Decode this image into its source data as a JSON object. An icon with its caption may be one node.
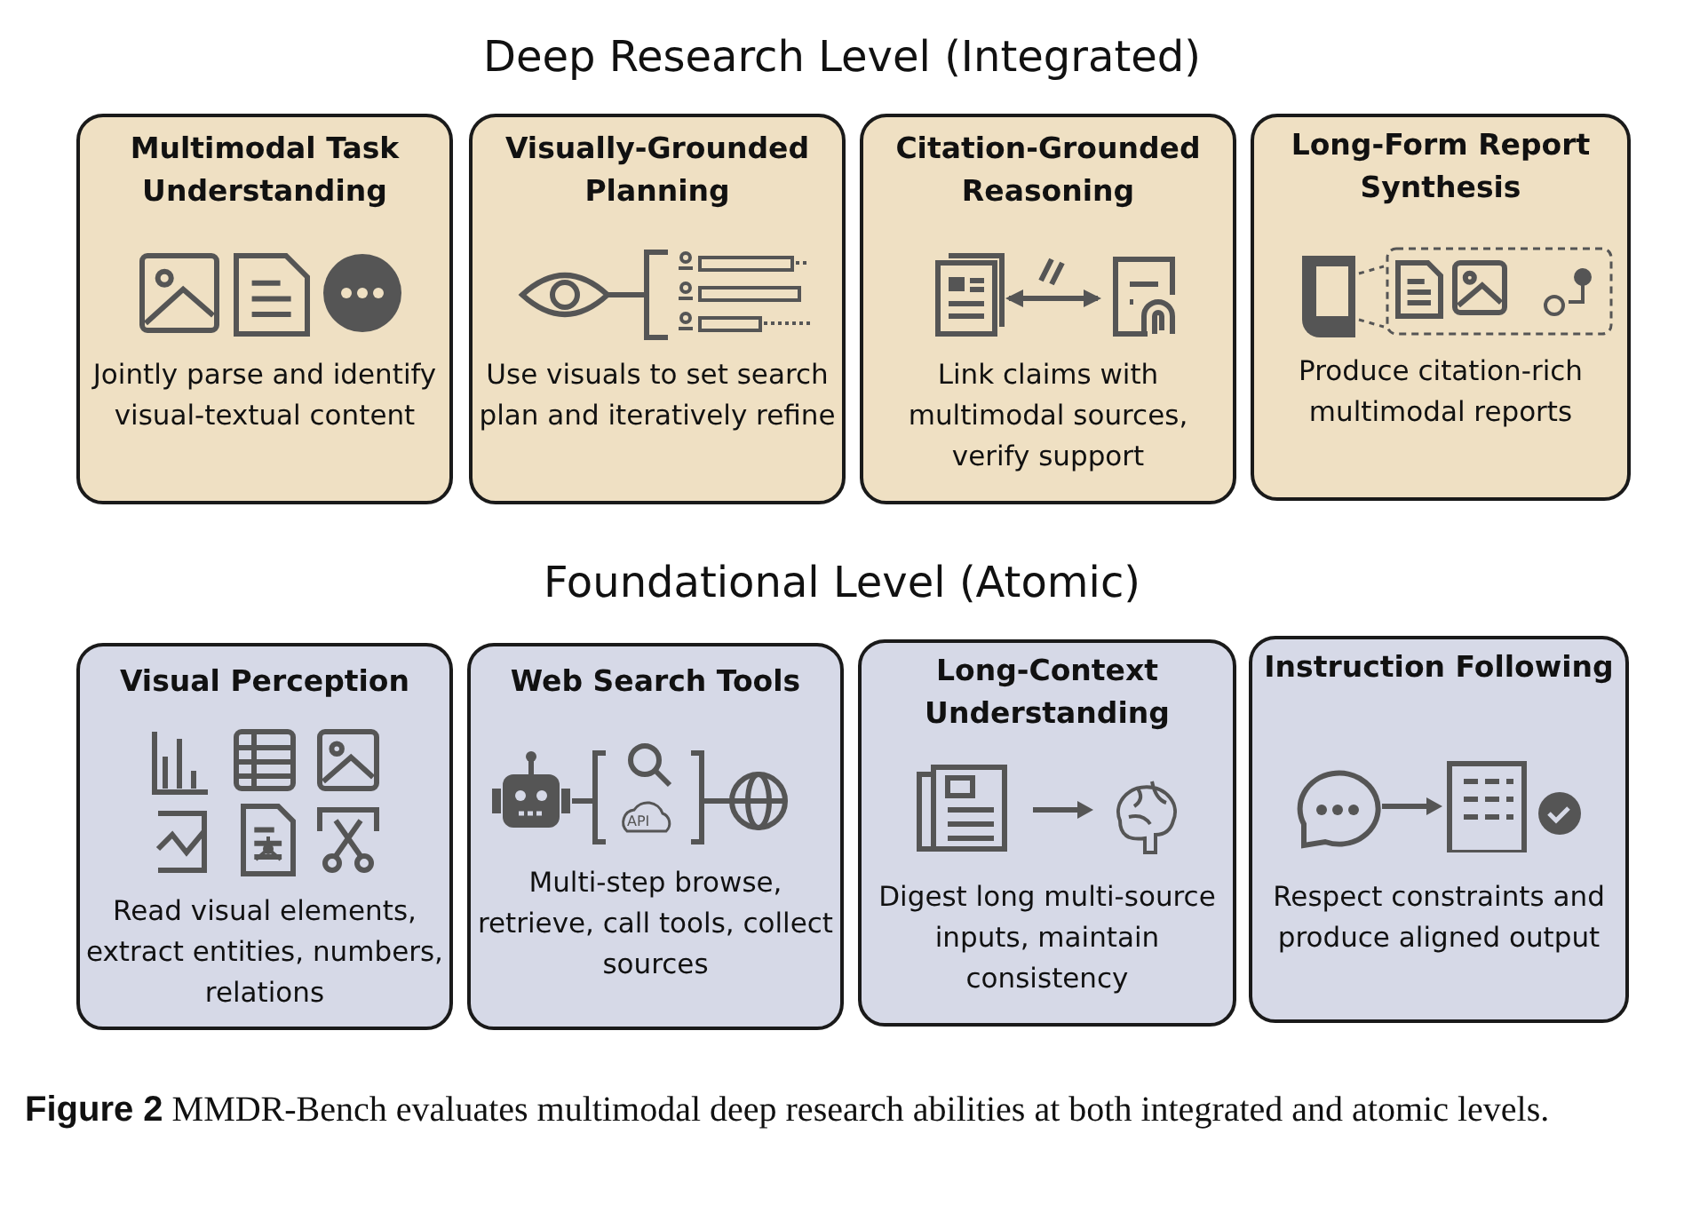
{
  "diagram": {
    "nodes": [
      {
        "text": [
          "Multimodal Task Understanding",
          "Jointly parse and identify visual-textual content"
        ]
      },
      {
        "text": [
          "Visually-Grounded Planning",
          "Use visuals to set search plan and iteratively refine"
        ]
      },
      {
        "text": [
          "Citation-Grounded Reasoning",
          "Link claims with multimodal sources, verify support"
        ]
      },
      {
        "text": [
          "Long-Form Report Synthesis",
          "Produce citation-rich multimodal reports"
        ]
      },
      {
        "text": [
          "Visual Perception",
          "Read visual elements, extract entities, numbers, relations"
        ]
      },
      {
        "text": [
          "Web Search Tools",
          "Multi-step browse, retrieve, call tools, collect sources"
        ]
      },
      {
        "text": [
          "Long-Context Understanding",
          "Digest long multi-source inputs, maintain consistency"
        ]
      },
      {
        "text": [
          "Instruction Following",
          "Respect constraints and produce aligned output"
        ]
      }
    ],
    "labels": [
      "Deep Research Level (Integrated)",
      "Foundational Level (Atomic)",
      "API"
    ],
    "caption": "**Figure 2** MMDR-Bench evaluates multimodal deep research abilities at both integrated and atomic levels."
  }
}
